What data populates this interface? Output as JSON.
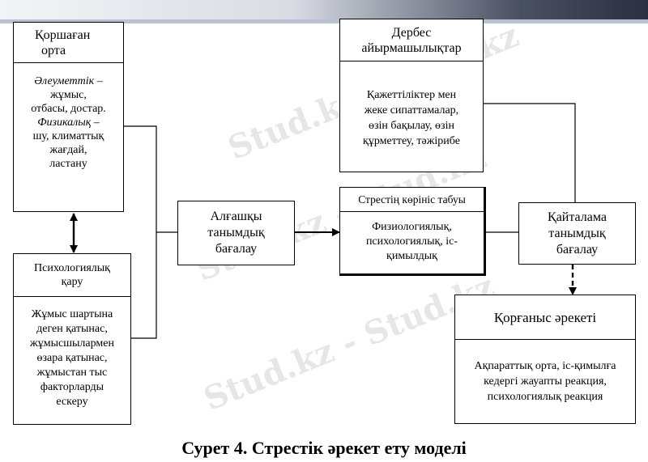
{
  "watermark": "Stud.kz - Stud.kz",
  "boxes": {
    "environment": {
      "title": [
        "Қоршаған",
        "орта"
      ],
      "social_term": "Әлеуметтік",
      "social_rest": " –",
      "social_items": [
        "жұмыс,",
        "отбасы, достар."
      ],
      "physical_term": "Физикалық",
      "physical_rest": " –",
      "physical_items": [
        "шу, климаттық",
        "жағдай,",
        "ластану"
      ]
    },
    "personal_differences": {
      "title": [
        "Дербес",
        "айырмашылықтар"
      ],
      "body": [
        "Қажеттіліктер мен",
        "жеке сипаттамалар,",
        "өзін бақылау, өзін",
        "құрметтеу, тәжірибе"
      ]
    },
    "psych_attitude": {
      "title": [
        "Психологиялық",
        "қару"
      ],
      "body": [
        "Жұмыс шартына",
        "деген қатынас,",
        "жұмысшылармен",
        "өзара қатынас,",
        "жұмыстан тыс",
        "факторларды",
        "ескеру"
      ]
    },
    "primary_appraisal": {
      "body": [
        "Алғашқы",
        "танымдық",
        "бағалау"
      ]
    },
    "stress_manifestation": {
      "title": "Стрестің көрініс табуы",
      "body": [
        "Физиологиялық,",
        "психологиялық, іс-",
        "қимылдық"
      ]
    },
    "reappraisal": {
      "body": [
        "Қайталама",
        "танымдық",
        "бағалау"
      ]
    },
    "defense_action": {
      "title": "Қорғаныс әрекеті",
      "body": [
        "Ақпараттық орта, іс-қимылға",
        "кедергі жауапты реакция,",
        "психологиялық реакция"
      ]
    }
  },
  "caption": "Сурет 4. Стрестік әрекет ету моделі"
}
